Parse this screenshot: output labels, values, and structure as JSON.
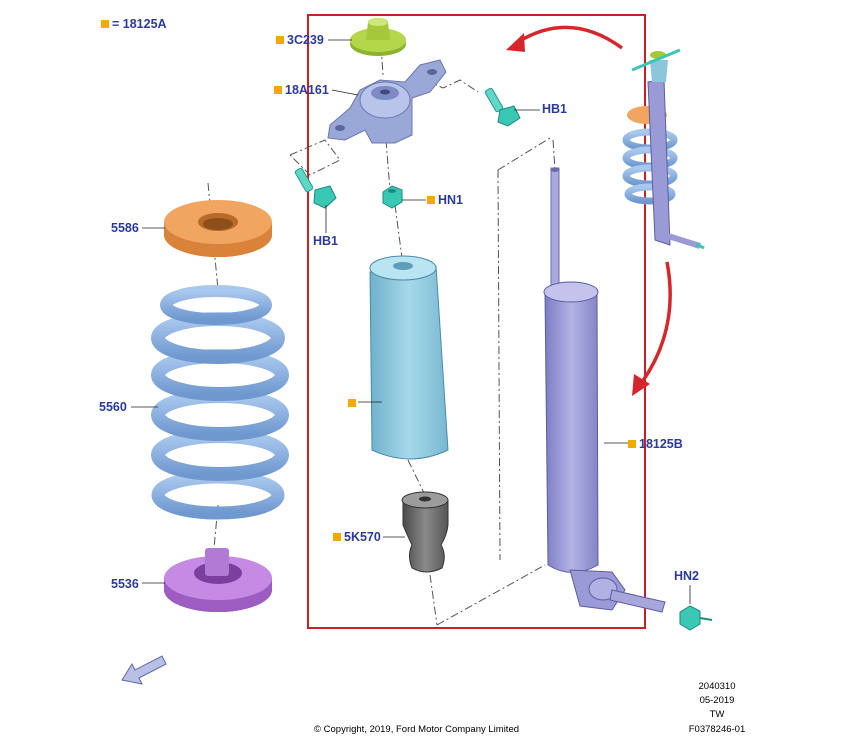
{
  "colors": {
    "label": "#2a3b9c",
    "marker": "#f2a900",
    "highlight_frame": "#cc1f24",
    "arrow": "#d7262b",
    "spring": "#7fa8d8",
    "lower_seat": "#b47ad6",
    "upper_seat": "#e8964a",
    "bumper_cap": "#a4c83a",
    "bracket": "#9aa8d8",
    "dust_boot": "#8cc6dd",
    "jounce_bumper": "#666666",
    "shock_body": "#9a9ad6",
    "fastener": "#39c8b4"
  },
  "legend": {
    "marker_icon": "orange-square",
    "text": "= 18125A"
  },
  "callouts": {
    "c3C239": "3C239",
    "c18A161": "18A161",
    "hb1_top": "HB1",
    "hb1_left": "HB1",
    "hn1": "HN1",
    "c5586": "5586",
    "c5560": "5560",
    "c5536": "5536",
    "c18125B": "18125B",
    "c5K570": "5K570",
    "hn2": "HN2"
  },
  "footer": {
    "copyright": "© Copyright, 2019, Ford Motor Company Limited",
    "doc_number": "2040310",
    "date": "05-2019",
    "code": "TW",
    "figure_id": "F0378246-01"
  },
  "icons": {
    "orientation_arrow": "front-direction-arrow-icon"
  }
}
